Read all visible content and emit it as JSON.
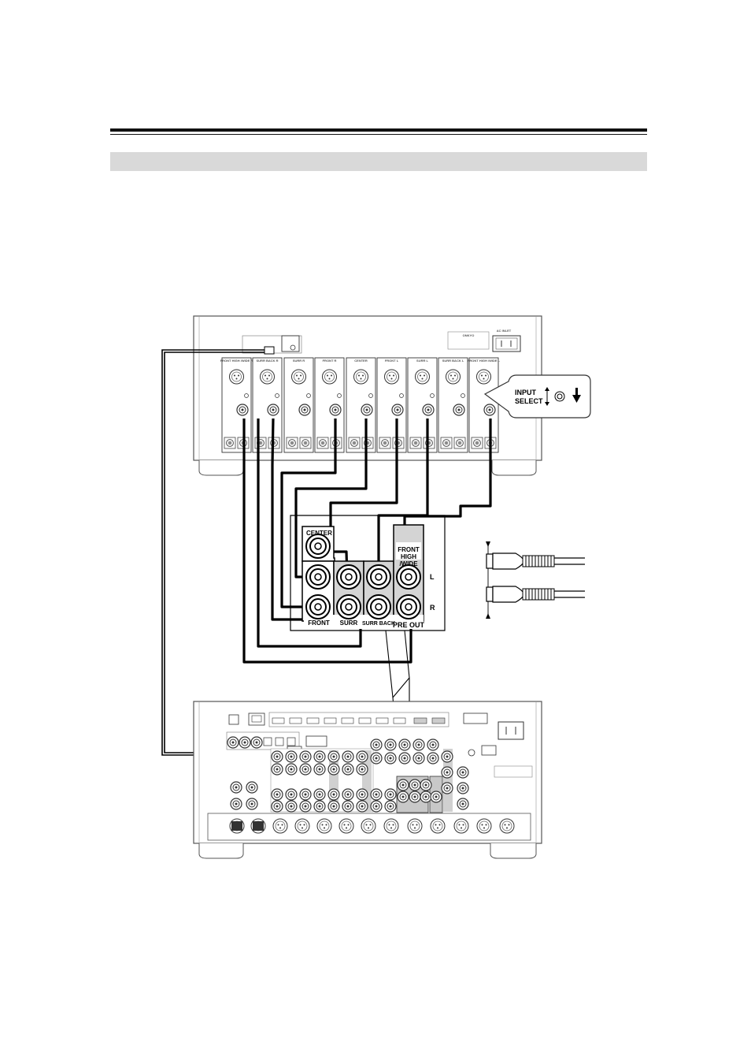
{
  "header": {
    "section_title": ""
  },
  "diagram": {
    "amplifier": {
      "channels": [
        "FRONT HIGH /WIDE R",
        "SURR BACK R",
        "SURR R",
        "FRONT R",
        "CENTER",
        "FRONT L",
        "SURR L",
        "SURR BACK L",
        "FRONT HIGH /WIDE L"
      ],
      "input_select_label_1": "INPUT",
      "input_select_label_2": "SELECT"
    },
    "pre_out_panel": {
      "center": "CENTER",
      "front_high_1": "FRONT",
      "front_high_2": "HIGH",
      "front_high_3": "/WIDE",
      "left": "L",
      "right": "R",
      "front": "FRONT",
      "surr": "SURR",
      "surr_back": "SURR BACK",
      "pre_out": "PRE OUT"
    }
  }
}
